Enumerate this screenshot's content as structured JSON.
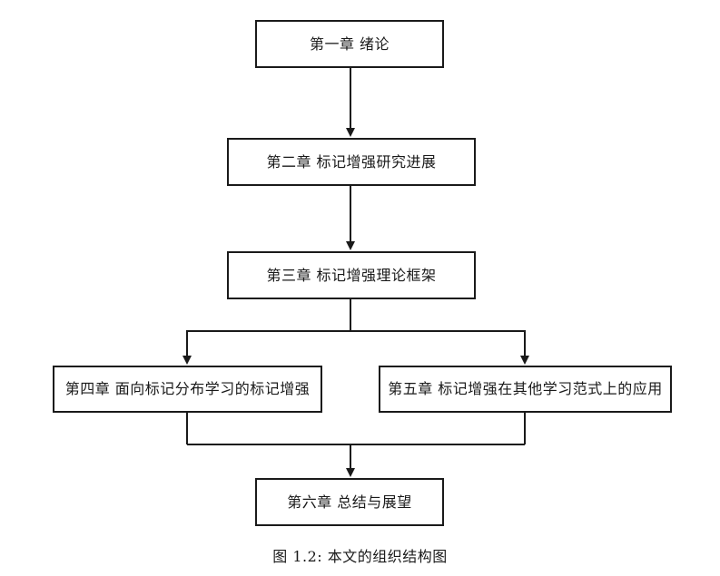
{
  "diagram": {
    "title": "thesis-organization-flowchart",
    "nodes": [
      {
        "id": "chapter1",
        "label": "第一章 绪论"
      },
      {
        "id": "chapter2",
        "label": "第二章 标记增强研究进展"
      },
      {
        "id": "chapter3",
        "label": "第三章 标记增强理论框架"
      },
      {
        "id": "chapter4",
        "label": "第四章 面向标记分布学习的标记增强"
      },
      {
        "id": "chapter5",
        "label": "第五章 标记增强在其他学习范式上的应用"
      },
      {
        "id": "chapter6",
        "label": "第六章 总结与展望"
      }
    ],
    "edges": [
      {
        "from": "chapter1",
        "to": "chapter2"
      },
      {
        "from": "chapter2",
        "to": "chapter3"
      },
      {
        "from": "chapter3",
        "to": "chapter4"
      },
      {
        "from": "chapter3",
        "to": "chapter5"
      },
      {
        "from": "chapter4",
        "to": "chapter6"
      },
      {
        "from": "chapter5",
        "to": "chapter6"
      }
    ],
    "caption": "图 1.2: 本文的组织结构图",
    "colors": {
      "background": "#ffffff",
      "box_fill": "#ffffff",
      "box_border": "#1a1a1a",
      "line": "#1a1a1a",
      "text": "#1a1a1a"
    }
  }
}
